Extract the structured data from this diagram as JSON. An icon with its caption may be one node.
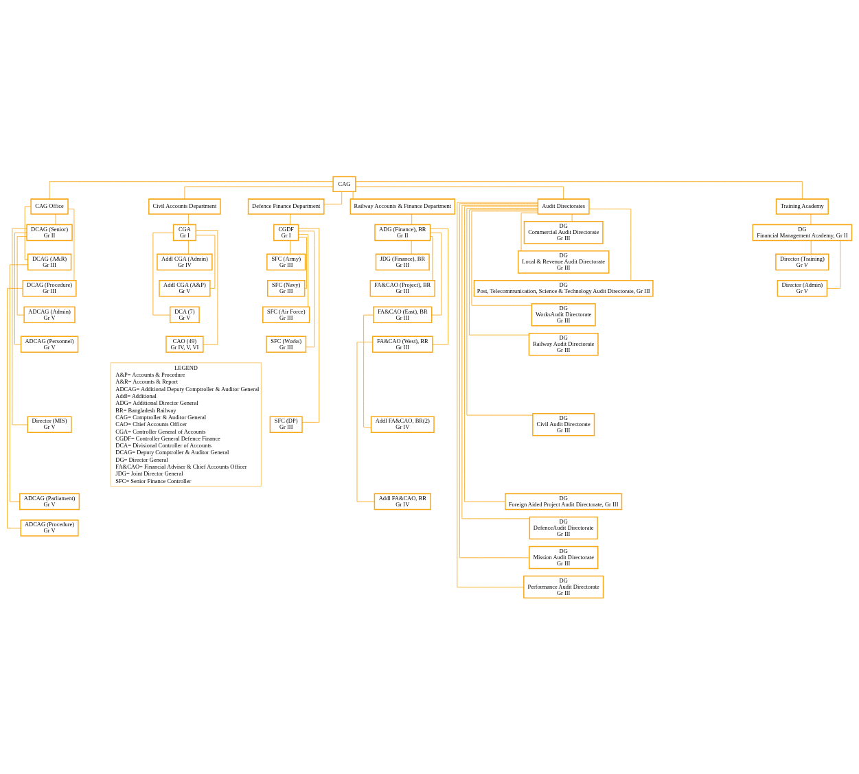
{
  "diagram": {
    "nodes": [
      {
        "text": [
          "CAG"
        ]
      },
      {
        "text": [
          "CAG Office"
        ]
      },
      {
        "text": [
          "DCAG (Senior)",
          "Gr II"
        ]
      },
      {
        "text": [
          "DCAG (A&R)",
          "Gr III"
        ]
      },
      {
        "text": [
          "DCAG (Procedure)",
          "Gr III"
        ]
      },
      {
        "text": [
          "ADCAG (Admin)",
          "Gr V"
        ]
      },
      {
        "text": [
          "ADCAG (Personnel)",
          "Gr V"
        ]
      },
      {
        "text": [
          "Director (MIS)",
          "Gr V"
        ]
      },
      {
        "text": [
          "ADCAG (Parliament)",
          "Gr V"
        ]
      },
      {
        "text": [
          "ADCAG (Procedure)",
          "Gr V"
        ]
      },
      {
        "text": [
          "Civil Accounts Department"
        ]
      },
      {
        "text": [
          "CGA",
          "Gr I"
        ]
      },
      {
        "text": [
          "Addl CGA (Admin)",
          "Gr IV"
        ]
      },
      {
        "text": [
          "Addl CGA (A&P)",
          "Gr V"
        ]
      },
      {
        "text": [
          "DCA (7)",
          "Gr V"
        ]
      },
      {
        "text": [
          "CAO (49)",
          "Gr IV, V, VI"
        ]
      },
      {
        "text": [
          "Defence Finance Department"
        ]
      },
      {
        "text": [
          "CGDF",
          "Gr I"
        ]
      },
      {
        "text": [
          "SFC (Army)",
          "Gr III"
        ]
      },
      {
        "text": [
          "SFC (Navy)",
          "Gr III"
        ]
      },
      {
        "text": [
          "SFC (Air Force)",
          "Gr III"
        ]
      },
      {
        "text": [
          "SFC (Works)",
          "Gr III"
        ]
      },
      {
        "text": [
          "SFC (DP)",
          "Gr III"
        ]
      },
      {
        "text": [
          "Railway Accounts & Finance Department"
        ]
      },
      {
        "text": [
          "ADG (Finance), BR",
          "Gr II"
        ]
      },
      {
        "text": [
          "JDG (Finance), BR",
          "Gr III"
        ]
      },
      {
        "text": [
          "FA&CAO (Project), BR",
          "Gr III"
        ]
      },
      {
        "text": [
          "FA&CAO (East), BR",
          "Gr III"
        ]
      },
      {
        "text": [
          "FA&CAO (West), BR",
          "Gr III"
        ]
      },
      {
        "text": [
          "Addl FA&CAO, BR(2)",
          "Gr IV"
        ]
      },
      {
        "text": [
          "Addl FA&CAO, BR",
          "Gr IV"
        ]
      },
      {
        "text": [
          "Audit Directorates"
        ]
      },
      {
        "text": [
          "DG",
          "Commercial Audit Directorate",
          "Gr III"
        ]
      },
      {
        "text": [
          "DG",
          "Local & Revenue Audit Directorate",
          "Gr III"
        ]
      },
      {
        "text": [
          "DG",
          "Post, Telecommunication, Science & Technology Audit Directorate, Gr III"
        ]
      },
      {
        "text": [
          "DG",
          "WorksAudit Directorate",
          "Gr III"
        ]
      },
      {
        "text": [
          "DG",
          "Railway Audit Directorate",
          "Gr III"
        ]
      },
      {
        "text": [
          "DG",
          "Civil Audit Directorate",
          "Gr III"
        ]
      },
      {
        "text": [
          "DG",
          "Foreign Aided Project Audit Directorate, Gr III"
        ]
      },
      {
        "text": [
          "DG",
          "DefenceAudit Directorate",
          "Gr III"
        ]
      },
      {
        "text": [
          "DG",
          "Mission Audit Directorate",
          "Gr III"
        ]
      },
      {
        "text": [
          "DG",
          "Performance Audit Directorate",
          "Gr III"
        ]
      },
      {
        "text": [
          "Training Academy"
        ]
      },
      {
        "text": [
          "DG",
          "Financial Management Academy, Gr II"
        ]
      },
      {
        "text": [
          "Director (Training)",
          "Gr V"
        ]
      },
      {
        "text": [
          "Director (Admin)",
          "Gr V"
        ]
      },
      {
        "text": [
          "LEGEND",
          "A&P= Accounts & Procedure",
          "A&R= Accounts & Report",
          "ADCAG= Additional Deputy Comptroller & Auditor General",
          "Addl= Additional",
          "ADG= Additional Director General",
          "BR= Bangladesh Railway",
          "CAG= Comptroller & Auditor General",
          "CAO= Chief Accounts Officer",
          "CGA= Controller General of Accounts",
          "CGDF= Controller General Defence Finance",
          "DCA= Divisional Controller of Accounts",
          "DCAG= Deputy Comptroller & Auditor General",
          "DG= Director General",
          "FA&CAO= Financial Adviser & Chief Accounts Officer",
          "JDG= Joint Director General",
          "SFC= Senior Finance Controller"
        ]
      }
    ],
    "edges": [
      {
        "from": 0,
        "to": 1,
        "arrow": "none"
      },
      {
        "from": 0,
        "to": 10,
        "arrow": "none"
      },
      {
        "from": 0,
        "to": 16,
        "arrow": "none"
      },
      {
        "from": 0,
        "to": 23,
        "arrow": "none"
      },
      {
        "from": 0,
        "to": 31,
        "arrow": "none"
      },
      {
        "from": 0,
        "to": 42,
        "arrow": "none"
      },
      {
        "from": 1,
        "to": 2,
        "arrow": "none"
      },
      {
        "from": 1,
        "to": 3,
        "arrow": "none"
      },
      {
        "from": 1,
        "to": 4,
        "arrow": "none"
      },
      {
        "from": 2,
        "to": 5,
        "arrow": "none"
      },
      {
        "from": 2,
        "to": 6,
        "arrow": "none"
      },
      {
        "from": 2,
        "to": 7,
        "arrow": "none"
      },
      {
        "from": 3,
        "to": 8,
        "arrow": "none"
      },
      {
        "from": 4,
        "to": 9,
        "arrow": "none"
      },
      {
        "from": 10,
        "to": 11,
        "arrow": "none"
      },
      {
        "from": 11,
        "to": 12,
        "arrow": "none"
      },
      {
        "from": 11,
        "to": 13,
        "arrow": "none"
      },
      {
        "from": 11,
        "to": 14,
        "arrow": "none"
      },
      {
        "from": 11,
        "to": 15,
        "arrow": "none"
      },
      {
        "from": 16,
        "to": 17,
        "arrow": "none"
      },
      {
        "from": 17,
        "to": 18,
        "arrow": "none"
      },
      {
        "from": 17,
        "to": 19,
        "arrow": "none"
      },
      {
        "from": 17,
        "to": 20,
        "arrow": "none"
      },
      {
        "from": 17,
        "to": 21,
        "arrow": "none"
      },
      {
        "from": 17,
        "to": 22,
        "arrow": "none"
      },
      {
        "from": 23,
        "to": 24,
        "arrow": "none"
      },
      {
        "from": 24,
        "to": 25,
        "arrow": "none"
      },
      {
        "from": 24,
        "to": 26,
        "arrow": "none"
      },
      {
        "from": 24,
        "to": 27,
        "arrow": "none"
      },
      {
        "from": 24,
        "to": 28,
        "arrow": "none"
      },
      {
        "from": 27,
        "to": 29,
        "arrow": "none"
      },
      {
        "from": 28,
        "to": 30,
        "arrow": "none"
      },
      {
        "from": 31,
        "to": 32,
        "arrow": "none"
      },
      {
        "from": 31,
        "to": 33,
        "arrow": "none"
      },
      {
        "from": 31,
        "to": 34,
        "arrow": "none"
      },
      {
        "from": 31,
        "to": 35,
        "arrow": "none"
      },
      {
        "from": 31,
        "to": 36,
        "arrow": "none"
      },
      {
        "from": 31,
        "to": 37,
        "arrow": "none"
      },
      {
        "from": 31,
        "to": 38,
        "arrow": "none"
      },
      {
        "from": 31,
        "to": 39,
        "arrow": "none"
      },
      {
        "from": 31,
        "to": 40,
        "arrow": "none"
      },
      {
        "from": 31,
        "to": 41,
        "arrow": "none"
      },
      {
        "from": 42,
        "to": 43,
        "arrow": "none"
      },
      {
        "from": 43,
        "to": 44,
        "arrow": "none"
      },
      {
        "from": 43,
        "to": 45,
        "arrow": "none"
      }
    ]
  }
}
